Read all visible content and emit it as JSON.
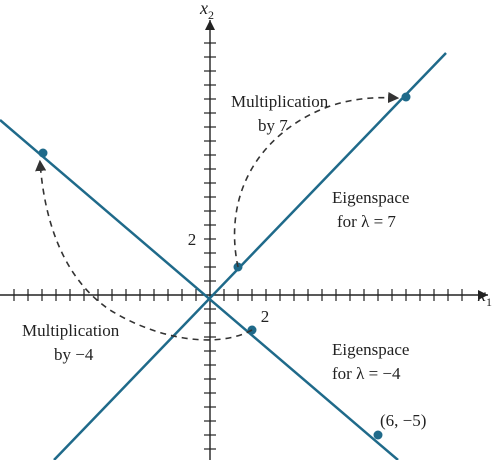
{
  "axes": {
    "x_label": "x",
    "x_subscript": "1",
    "y_label": "x",
    "y_subscript": "2",
    "x_tick_label": "2",
    "y_tick_label": "2"
  },
  "labels": {
    "multiplication_7_line1": "Multiplication",
    "multiplication_7_line2": "by 7",
    "multiplication_minus4_line1": "Multiplication",
    "multiplication_minus4_line2": "by −4",
    "eigenspace_7_line1": "Eigenspace",
    "eigenspace_7_line2": "for λ = 7",
    "eigenspace_minus4_line1": "Eigenspace",
    "eigenspace_minus4_line2": "for λ = −4",
    "point_label": "(6, −5)"
  },
  "colors": {
    "line": "#1f6a8a",
    "axis": "#222222",
    "dashed": "#333333"
  }
}
